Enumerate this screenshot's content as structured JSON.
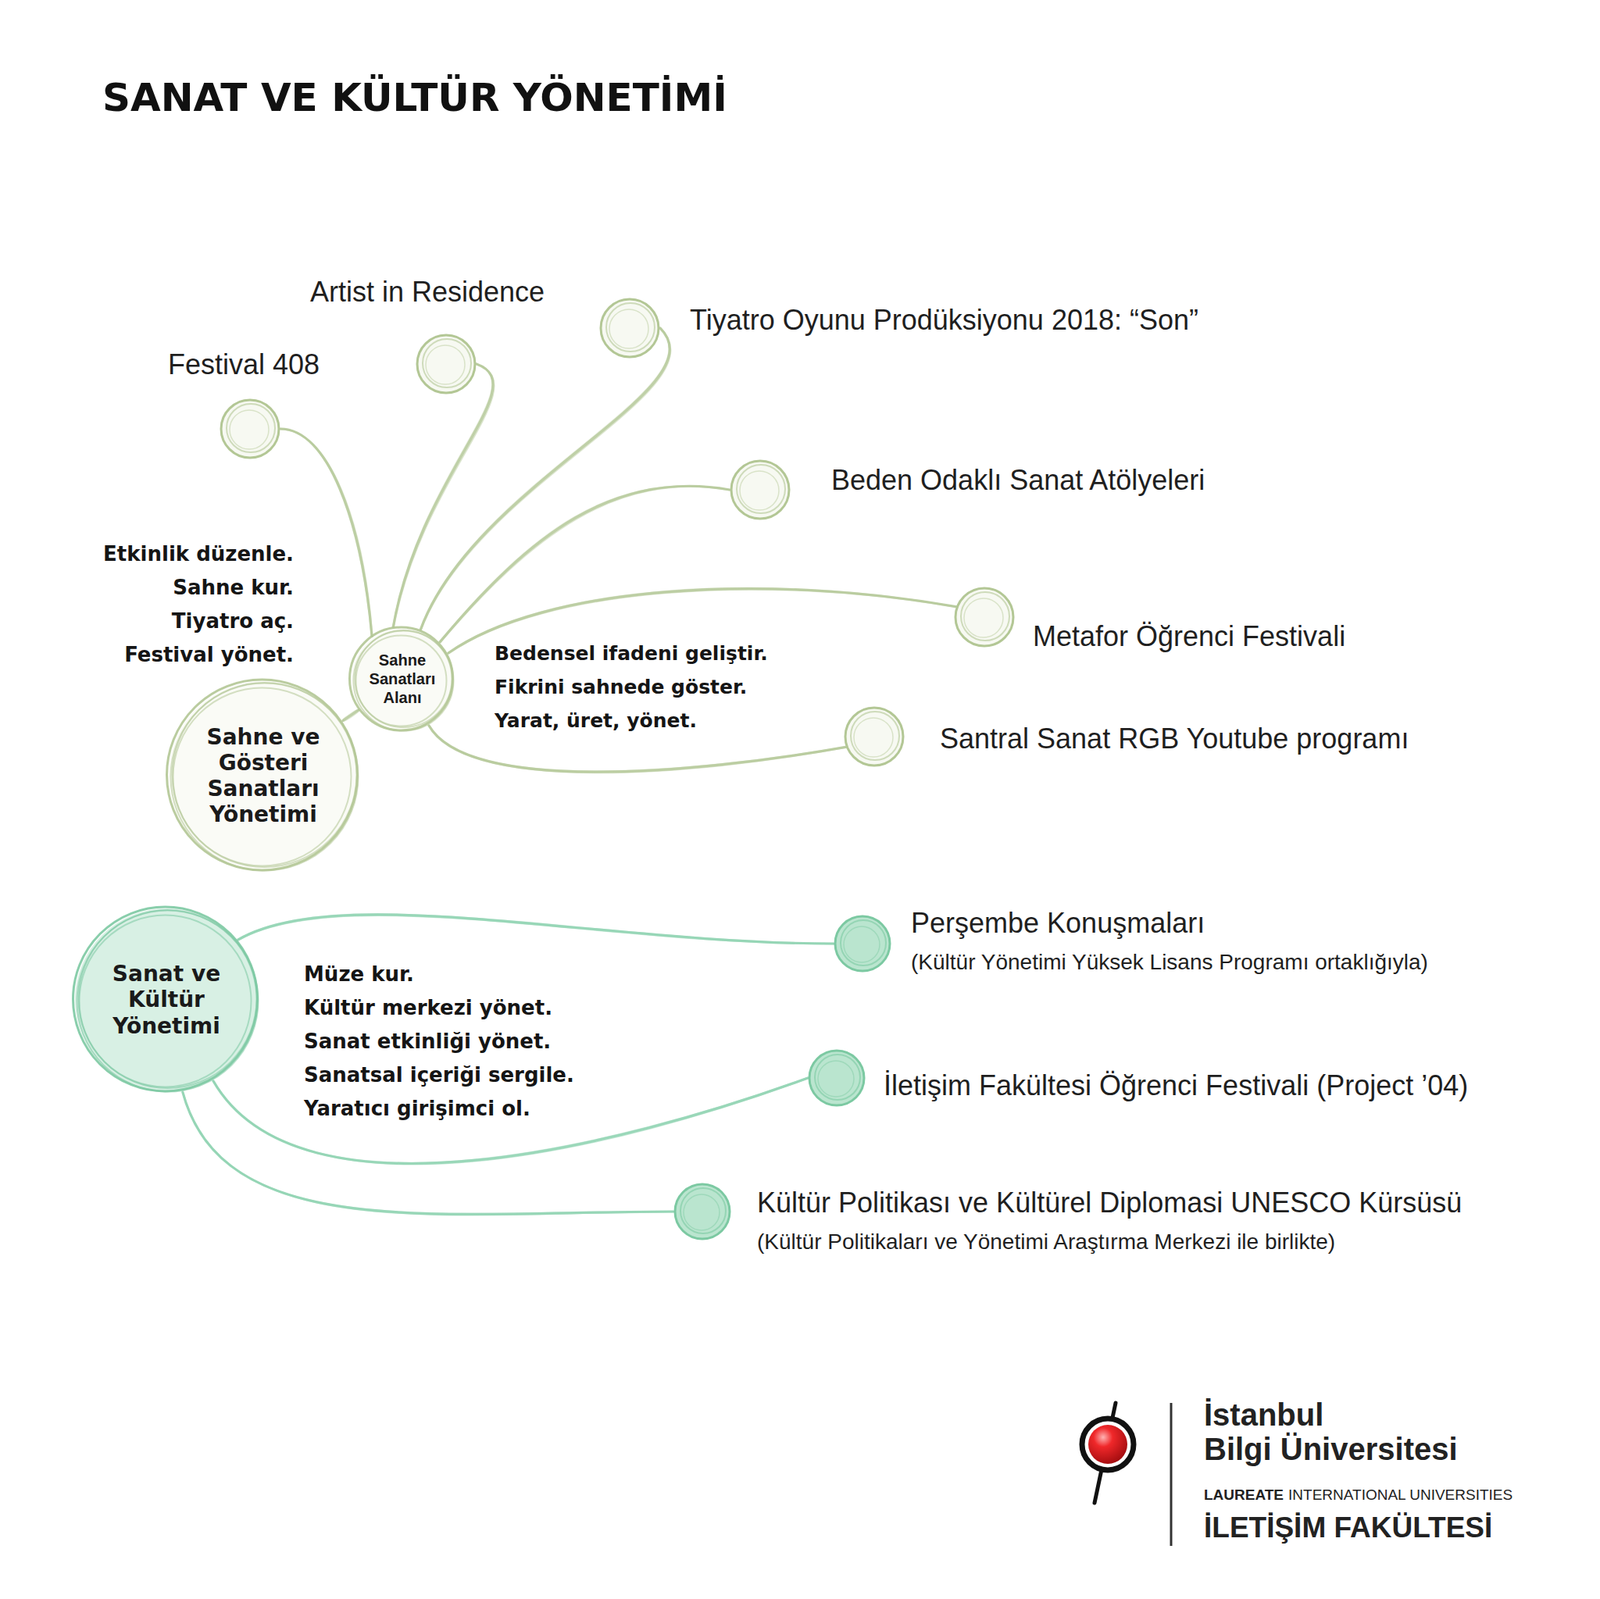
{
  "diagram": {
    "title": "SANAT VE KÜLTÜR YÖNETİMİ",
    "nodes": [
      {
        "text": [
          "Festival 408"
        ]
      },
      {
        "text": [
          "Artist in Residence"
        ]
      },
      {
        "text": [
          "Tiyatro Oyunu Prodüksiyonu 2018: “Son”"
        ]
      },
      {
        "text": [
          "Beden Odaklı Sanat Atölyeleri"
        ]
      },
      {
        "text": [
          "Sahne Sanatları Alanı"
        ]
      },
      {
        "text": [
          "Metafor Öğrenci Festivali"
        ]
      },
      {
        "text": [
          "Sahne ve Gösteri Sanatları Yönetimi"
        ]
      },
      {
        "text": [
          "Santral Sanat RGB Youtube programı"
        ]
      },
      {
        "text": [
          "Perşembe Konuşmaları",
          "(Kültür Yönetimi Yüksek Lisans Programı ortaklığıyla)"
        ]
      },
      {
        "text": [
          "Sanat ve Kültür Yönetimi"
        ]
      },
      {
        "text": [
          "İletişim Fakültesi Öğrenci Festivali (Project ’04)"
        ]
      },
      {
        "text": [
          "Kültür Politikası ve Kültürel Diplomasi UNESCO Kürsüsü",
          "(Kültür Politikaları ve Yönetimi Araştırma Merkezi ile birlikte)"
        ]
      }
    ],
    "edges": [
      {
        "from": 6,
        "to": 4,
        "arrow": "none"
      },
      {
        "from": 4,
        "to": 0,
        "arrow": "none"
      },
      {
        "from": 4,
        "to": 1,
        "arrow": "none"
      },
      {
        "from": 4,
        "to": 2,
        "arrow": "none"
      },
      {
        "from": 4,
        "to": 3,
        "arrow": "none"
      },
      {
        "from": 4,
        "to": 5,
        "arrow": "none"
      },
      {
        "from": 4,
        "to": 7,
        "arrow": "none"
      },
      {
        "from": 9,
        "to": 8,
        "arrow": "none"
      },
      {
        "from": 9,
        "to": 10,
        "arrow": "none"
      },
      {
        "from": 9,
        "to": 11,
        "arrow": "none"
      }
    ],
    "labels": [
      "Etkinlik düzenle.",
      "Sahne kur.",
      "Tiyatro aç.",
      "Festival yönet.",
      "Bedensel ifadeni geliştir.",
      "Fikrini sahnede göster.",
      "Yarat, üret, yönet.",
      "Müze kur.",
      "Kültür merkezi yönet.",
      "Sanat etkinliği yönet.",
      "Sanatsal içeriği sergile.",
      "Yaratıcı girişimci ol.",
      "İstanbul",
      "Bilgi Üniversitesi",
      "LAUREATE",
      "INTERNATIONAL UNIVERSITIES",
      "İLETİŞİM FAKÜLTESİ"
    ]
  }
}
